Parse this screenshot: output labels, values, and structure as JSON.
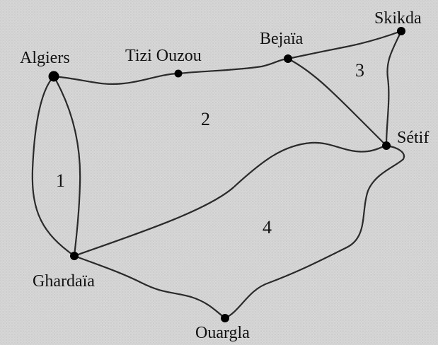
{
  "diagram": {
    "nodes": [
      {
        "id": "algiers",
        "label": "Algiers"
      },
      {
        "id": "tizi-ouzou",
        "label": "Tizi Ouzou"
      },
      {
        "id": "bejaia",
        "label": "Bejaïa"
      },
      {
        "id": "skikda",
        "label": "Skikda"
      },
      {
        "id": "setif",
        "label": "Sétif"
      },
      {
        "id": "ghardaia",
        "label": "Ghardaïa"
      },
      {
        "id": "ouargla",
        "label": "Ouargla"
      }
    ],
    "regions": [
      {
        "id": "region-1",
        "label": "1"
      },
      {
        "id": "region-2",
        "label": "2"
      },
      {
        "id": "region-3",
        "label": "3"
      },
      {
        "id": "region-4",
        "label": "4"
      }
    ],
    "edges": [
      {
        "from": "algiers",
        "to": "tizi-ouzou"
      },
      {
        "from": "tizi-ouzou",
        "to": "bejaia"
      },
      {
        "from": "bejaia",
        "to": "skikda"
      },
      {
        "from": "skikda",
        "to": "setif"
      },
      {
        "from": "bejaia",
        "to": "setif"
      },
      {
        "from": "algiers",
        "to": "ghardaia"
      },
      {
        "from": "algiers",
        "to": "ghardaia"
      },
      {
        "from": "ghardaia",
        "to": "setif"
      },
      {
        "from": "ghardaia",
        "to": "ouargla"
      },
      {
        "from": "ouargla",
        "to": "setif"
      }
    ]
  }
}
